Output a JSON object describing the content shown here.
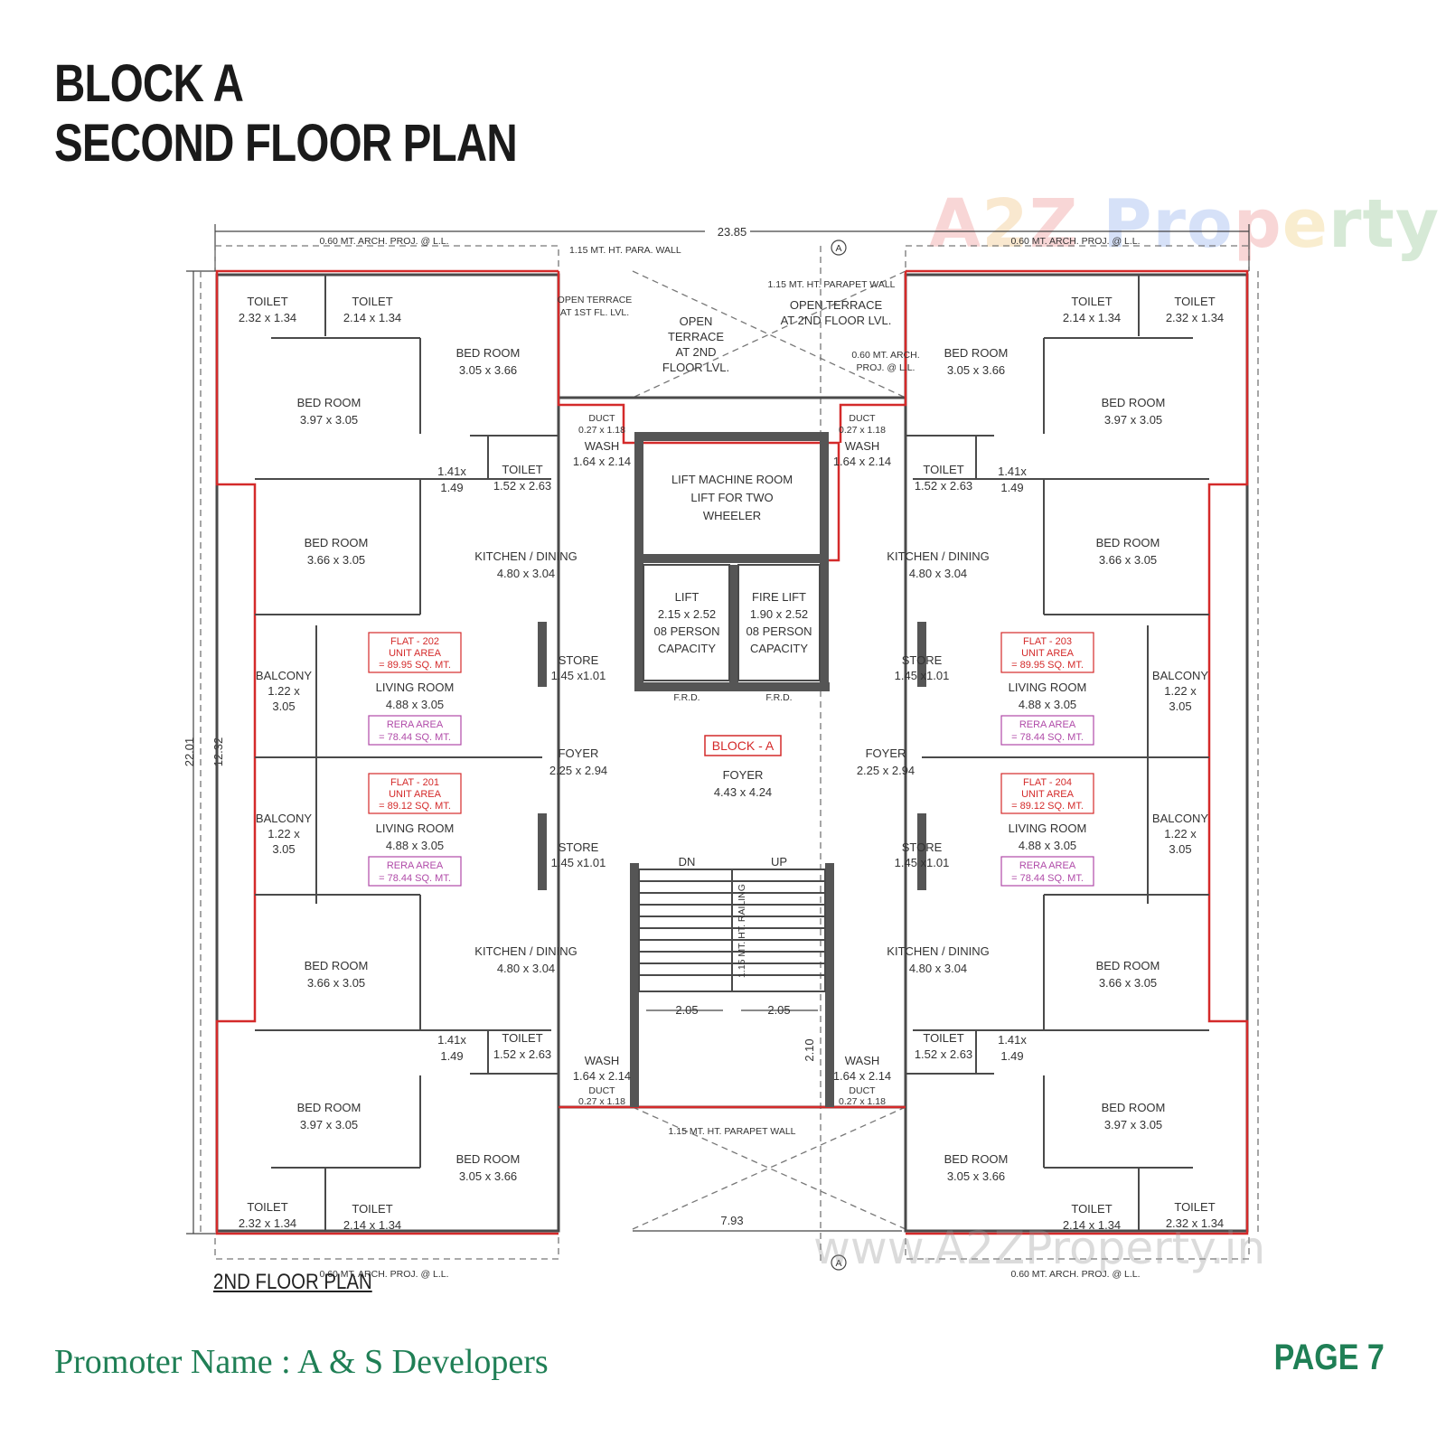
{
  "header": {
    "line1": "BLOCK A",
    "line2": "SECOND FLOOR PLAN"
  },
  "watermark": {
    "top": "A2Z Property",
    "bottom": "www.A2ZProperty.in"
  },
  "plan_label": "2ND FLOOR PLAN",
  "footer": {
    "promoter": "Promoter Name : A & S Developers",
    "page": "PAGE 7"
  },
  "dims": {
    "overall_width": "23.85",
    "overall_depth": "22.01",
    "inner_depth": "12.32",
    "terrace_width": "7.93",
    "stair_left": "2.05",
    "stair_right": "2.05",
    "stair_depth": "2.10"
  },
  "core": {
    "lift_machine": [
      "LIFT MACHINE ROOM",
      "LIFT FOR TWO",
      "WHEELER"
    ],
    "lift": [
      "LIFT",
      "2.15 x 2.52",
      "08 PERSON",
      "CAPACITY"
    ],
    "fire_lift": [
      "FIRE LIFT",
      "1.90 x 2.52",
      "08 PERSON",
      "CAPACITY"
    ],
    "frd": "F.R.D.",
    "block_tag": "BLOCK - A",
    "central_foyer": [
      "FOYER",
      "4.43 x 4.24"
    ],
    "stair_dn": "DN",
    "stair_up": "UP",
    "railing": "1.15 MT. HT. RAILING",
    "para_wall": "1.15 MT. HT. PARA. WALL",
    "parapet_wall": "1.15 MT. HT. PARAPET WALL",
    "open_terrace_2nd": [
      "OPEN",
      "TERRACE",
      "AT 2ND",
      "FLOOR LVL."
    ],
    "open_terrace_2nd_b": [
      "OPEN TERRACE",
      "AT 2ND FLOOR LVL."
    ],
    "open_terrace_1st": [
      "OPEN TERRACE",
      "AT 1ST FL. LVL."
    ],
    "arch_proj": "0.60 MT. ARCH. PROJ. @ L.L.",
    "arch_proj_short": [
      "0.60 MT. ARCH.",
      "PROJ. @ L.L."
    ]
  },
  "flats": [
    {
      "name": "FLAT - 202",
      "unit_label": "UNIT AREA",
      "unit_area": "= 89.95 SQ. MT.",
      "rera_label": "RERA AREA",
      "rera_area": "= 78.44 SQ. MT."
    },
    {
      "name": "FLAT - 203",
      "unit_label": "UNIT AREA",
      "unit_area": "= 89.95 SQ. MT.",
      "rera_label": "RERA AREA",
      "rera_area": "= 78.44 SQ. MT."
    },
    {
      "name": "FLAT - 201",
      "unit_label": "UNIT AREA",
      "unit_area": "= 89.12 SQ. MT.",
      "rera_label": "RERA AREA",
      "rera_area": "= 78.44 SQ. MT."
    },
    {
      "name": "FLAT - 204",
      "unit_label": "UNIT AREA",
      "unit_area": "= 89.12 SQ. MT.",
      "rera_label": "RERA AREA",
      "rera_area": "= 78.44 SQ. MT."
    }
  ],
  "rooms": {
    "toilet_a": [
      "TOILET",
      "2.32 x 1.34"
    ],
    "toilet_b": [
      "TOILET",
      "2.14 x 1.34"
    ],
    "toilet_c": [
      "TOILET",
      "1.52 x 2.63"
    ],
    "bed_master": [
      "BED ROOM",
      "3.97 x 3.05"
    ],
    "bed_second": [
      "BED ROOM",
      "3.05 x 3.66"
    ],
    "bed_third": [
      "BED ROOM",
      "3.66 x 3.05"
    ],
    "kitchen": [
      "KITCHEN / DINING",
      "4.80 x 3.04"
    ],
    "living": [
      "LIVING ROOM",
      "4.88 x 3.05"
    ],
    "balcony": [
      "BALCONY",
      "1.22 x",
      "3.05"
    ],
    "foyer": [
      "FOYER",
      "2.25 x 2.94"
    ],
    "store": [
      "STORE",
      "1.45 x1.01"
    ],
    "wash": [
      "WASH",
      "1.64 x 2.14"
    ],
    "duct": [
      "DUCT",
      "0.27 x 1.18"
    ],
    "passage": [
      "1.41x",
      "1.49"
    ]
  },
  "colors": {
    "wall": "#555555",
    "red_outline": "#d42a2a",
    "rera": "#b04aa8",
    "green": "#1f7f55"
  }
}
